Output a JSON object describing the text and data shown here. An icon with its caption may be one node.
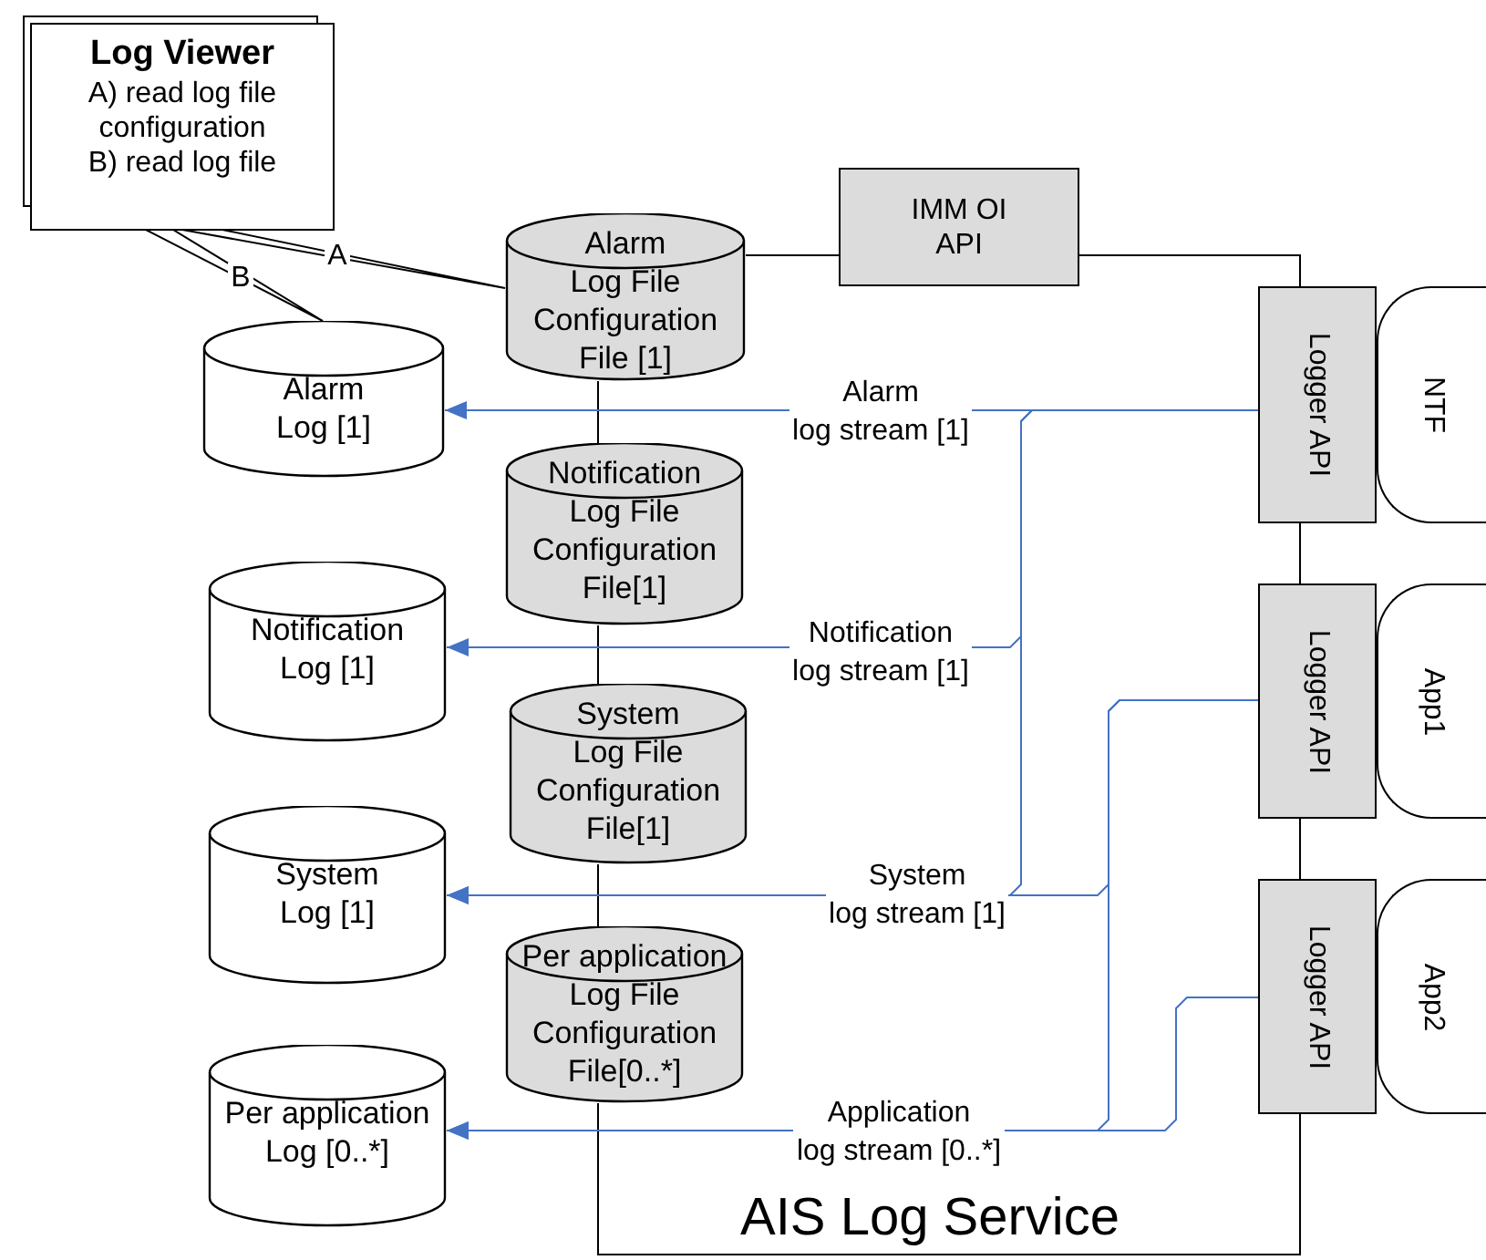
{
  "diagram": {
    "nodes": [
      {
        "text": [
          "Log Viewer",
          "A) read log file configuration",
          "B) read log file"
        ]
      },
      {
        "text": [
          "Alarm Log [1]"
        ]
      },
      {
        "text": [
          "Alarm Log File Configuration File [1]"
        ]
      },
      {
        "text": [
          "IMM OI API"
        ]
      },
      {
        "text": [
          "Logger API"
        ]
      },
      {
        "text": [
          "NTF"
        ]
      },
      {
        "text": [
          "Notification Log [1]"
        ]
      },
      {
        "text": [
          "Notification Log File Configuration File[1]"
        ]
      },
      {
        "text": [
          "Logger API"
        ]
      },
      {
        "text": [
          "App1"
        ]
      },
      {
        "text": [
          "System Log [1]"
        ]
      },
      {
        "text": [
          "System Log File Configuration File[1]"
        ]
      },
      {
        "text": [
          "Logger API"
        ]
      },
      {
        "text": [
          "App2"
        ]
      },
      {
        "text": [
          "Per application Log [0..*]"
        ]
      },
      {
        "text": [
          "Per application Log File Configuration File[0..*]"
        ]
      }
    ],
    "edges": [
      {
        "from": 0,
        "to": 2,
        "arrow": "none",
        "label": "A"
      },
      {
        "from": 0,
        "to": 1,
        "arrow": "none",
        "label": "B"
      },
      {
        "from": 2,
        "to": 3,
        "arrow": "none"
      },
      {
        "from": 3,
        "to": 4,
        "arrow": "none"
      },
      {
        "from": 4,
        "to": 8,
        "arrow": "none"
      },
      {
        "from": 8,
        "to": 12,
        "arrow": "none"
      },
      {
        "from": 12,
        "to": 15,
        "arrow": "none"
      },
      {
        "from": 2,
        "to": 7,
        "arrow": "none"
      },
      {
        "from": 7,
        "to": 11,
        "arrow": "none"
      },
      {
        "from": 11,
        "to": 15,
        "arrow": "none"
      },
      {
        "from": 4,
        "to": 1,
        "arrow": "to",
        "color": "#4472c4",
        "label": "Alarm log stream [1]"
      },
      {
        "from": 4,
        "to": 6,
        "arrow": "to",
        "color": "#4472c4",
        "label": "Notification log stream [1]"
      },
      {
        "from": 4,
        "to": 10,
        "arrow": "to",
        "color": "#4472c4",
        "label": "System log stream [1]"
      },
      {
        "from": 8,
        "to": 10,
        "arrow": "to",
        "color": "#4472c4"
      },
      {
        "from": 8,
        "to": 14,
        "arrow": "to",
        "color": "#4472c4",
        "label": "Application log stream [0..*]"
      },
      {
        "from": 12,
        "to": 14,
        "arrow": "to",
        "color": "#4472c4"
      }
    ],
    "labels": [
      "AIS Log Service"
    ]
  }
}
